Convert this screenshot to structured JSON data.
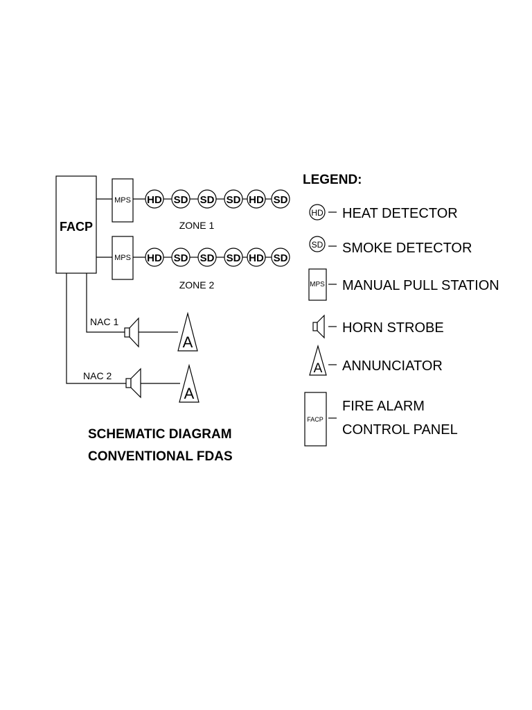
{
  "schematic": {
    "facp_label": "FACP",
    "zones": [
      {
        "mps_label": "MPS",
        "devices": [
          "HD",
          "SD",
          "SD",
          "SD",
          "HD",
          "SD"
        ],
        "zone_label": "ZONE 1"
      },
      {
        "mps_label": "MPS",
        "devices": [
          "HD",
          "SD",
          "SD",
          "SD",
          "HD",
          "SD"
        ],
        "zone_label": "ZONE 2"
      }
    ],
    "nacs": [
      {
        "label": "NAC 1",
        "annunciator_label": "A"
      },
      {
        "label": "NAC 2",
        "annunciator_label": "A"
      }
    ],
    "title_line1": "SCHEMATIC DIAGRAM",
    "title_line2": "CONVENTIONAL FDAS"
  },
  "legend": {
    "heading": "LEGEND:",
    "items": [
      {
        "symbol": "HD",
        "label": "HEAT DETECTOR"
      },
      {
        "symbol": "SD",
        "label": "SMOKE DETECTOR"
      },
      {
        "symbol": "MPS",
        "label": "MANUAL PULL STATION"
      },
      {
        "symbol": "",
        "label": "HORN STROBE"
      },
      {
        "symbol": "A",
        "label": "ANNUNCIATOR"
      },
      {
        "symbol": "FACP",
        "label_line1": "FIRE ALARM",
        "label_line2": "CONTROL PANEL"
      }
    ]
  }
}
